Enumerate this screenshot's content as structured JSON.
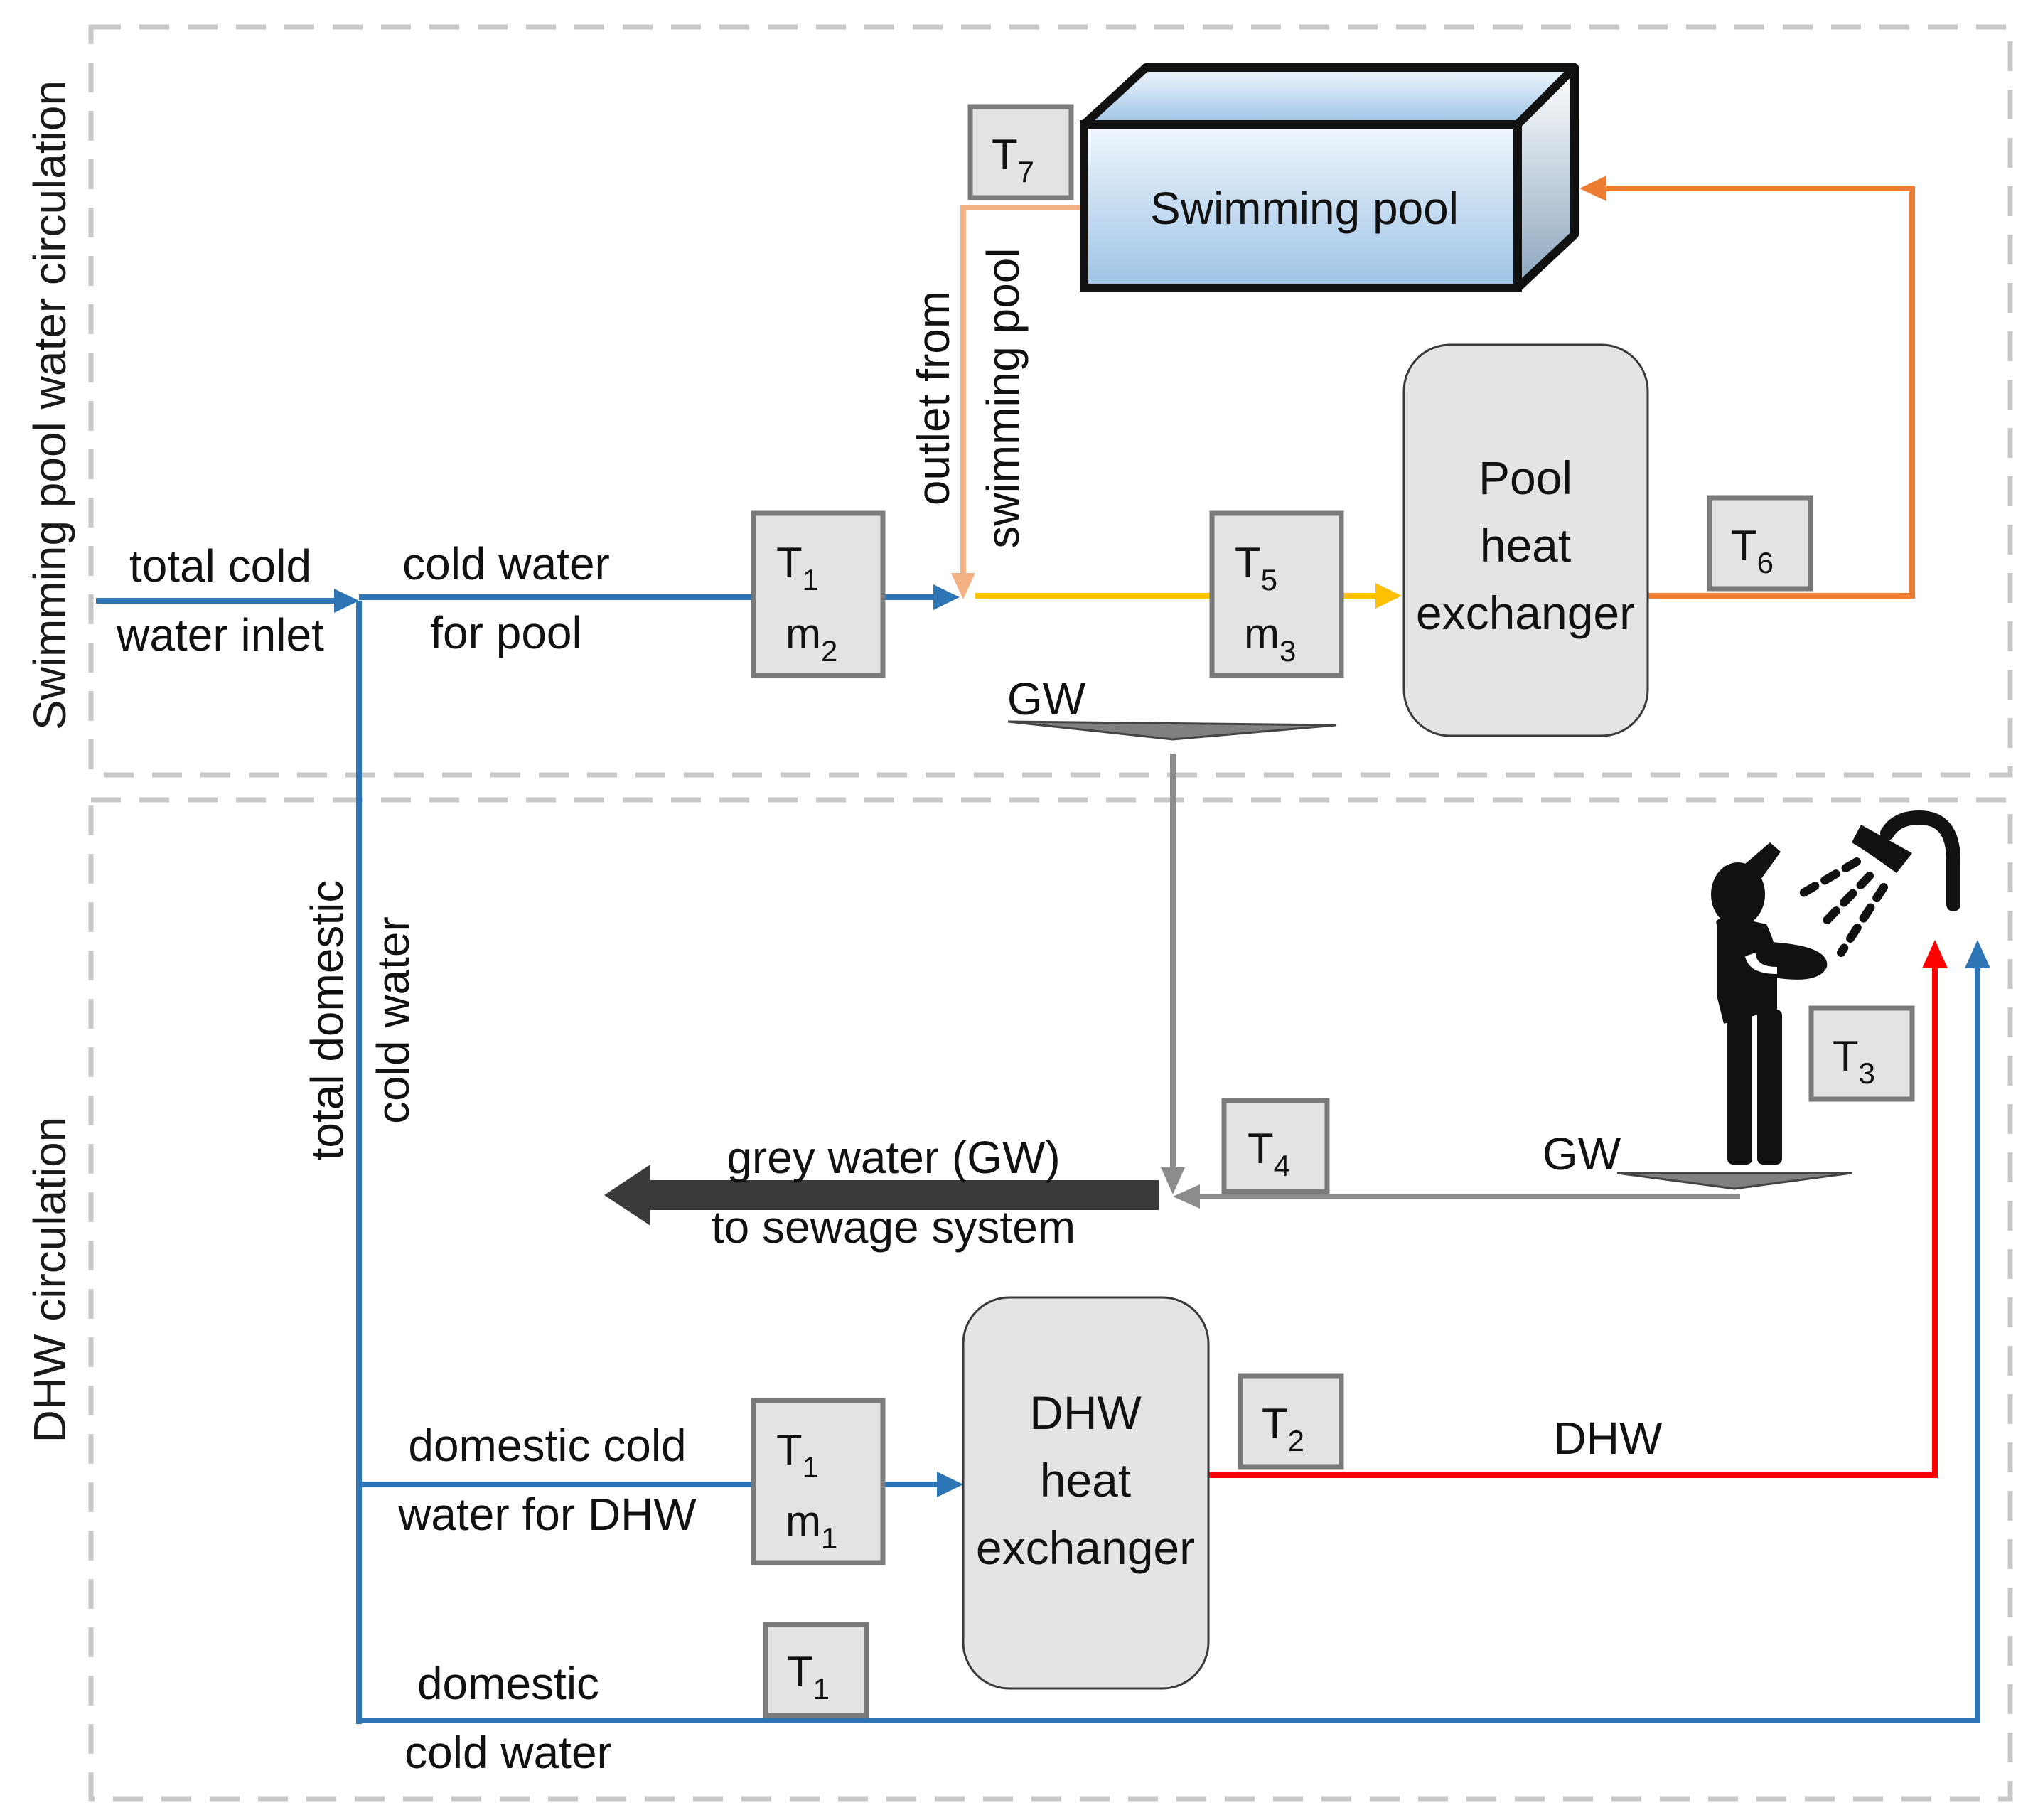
{
  "sections": {
    "pool": "Swimming pool water circulation",
    "dhw": "DHW circulation"
  },
  "labels": {
    "total_cold_1": "total cold",
    "total_cold_2": "water inlet",
    "cold_pool_1": "cold water",
    "cold_pool_2": "for pool",
    "outlet_1": "outlet   from",
    "outlet_2": "swimming pool",
    "gw_top": "GW",
    "total_dom_1": "total domestic",
    "total_dom_2": "cold water",
    "grey_1": "grey water (GW)",
    "grey_2": "to sewage system",
    "gw_shower": "GW",
    "dom_dhw_1": "domestic cold",
    "dom_dhw_2": "water for DHW",
    "dom_cold_1": "domestic",
    "dom_cold_2": "cold water",
    "dhw": "DHW"
  },
  "pool_name": "Swimming pool",
  "pool_hx": [
    "Pool",
    "heat",
    "exchanger"
  ],
  "dhw_hx": [
    "DHW",
    "heat",
    "exchanger"
  ],
  "sensors": {
    "t1_pool": {
      "t": "T",
      "ts": "1",
      "m": "m",
      "ms": "2"
    },
    "t5": {
      "t": "T",
      "ts": "5",
      "m": "m",
      "ms": "3"
    },
    "t7": {
      "t": "T",
      "ts": "7"
    },
    "t6": {
      "t": "T",
      "ts": "6"
    },
    "t4": {
      "t": "T",
      "ts": "4"
    },
    "t3": {
      "t": "T",
      "ts": "3"
    },
    "t2": {
      "t": "T",
      "ts": "2"
    },
    "t1_dhw": {
      "t": "T",
      "ts": "1",
      "m": "m",
      "ms": "1"
    },
    "t1_bottom": {
      "t": "T",
      "ts": "1"
    }
  },
  "colors": {
    "cold": "#2e75b6",
    "pool_outlet": "#f4b183",
    "yellow": "#ffc000",
    "orange": "#ed7d31",
    "hot": "#ff0000",
    "grey": "#8c8c8c",
    "sewage": "#3a3a3a"
  }
}
